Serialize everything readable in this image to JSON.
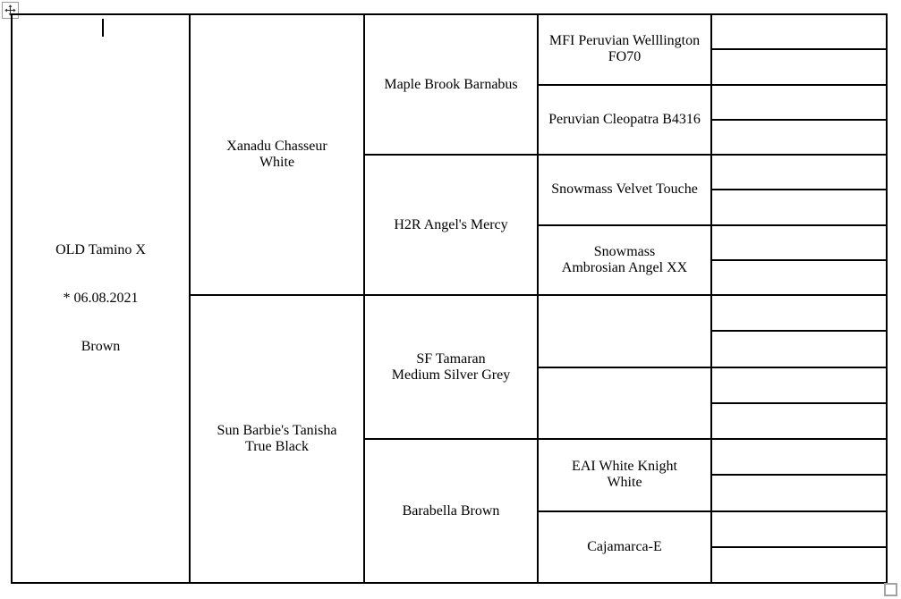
{
  "pedigree": {
    "subject": {
      "name": "OLD Tamino X",
      "born": "* 06.08.2021",
      "color": "Brown"
    },
    "parents": [
      "Xanadu Chasseur\nWhite",
      "Sun Barbie's Tanisha\nTrue Black"
    ],
    "grandparents": [
      "Maple Brook Barnabus",
      "H2R Angel's Mercy",
      "SF Tamaran\nMedium Silver Grey",
      "Barabella Brown"
    ],
    "great_grandparents": [
      "MFI Peruvian Welllington\nFO70",
      "Peruvian Cleopatra B4316",
      "Snowmass Velvet Touche",
      "Snowmass\nAmbrosian Angel XX",
      "",
      "",
      "EAI White Knight\nWhite",
      "Cajamarca-E"
    ],
    "great_great_grandparents": [
      "",
      "",
      "",
      "",
      "",
      "",
      "",
      "",
      "",
      "",
      "",
      "",
      "",
      "",
      "",
      ""
    ]
  },
  "icons": {
    "table_move_handle": "four-way-move-arrow-icon",
    "table_resize_handle": "resize-square-icon"
  },
  "colors": {
    "background": "#ffffff",
    "table_border": "#000000",
    "text": "#000000",
    "handle_border": "#9b9b9b"
  }
}
